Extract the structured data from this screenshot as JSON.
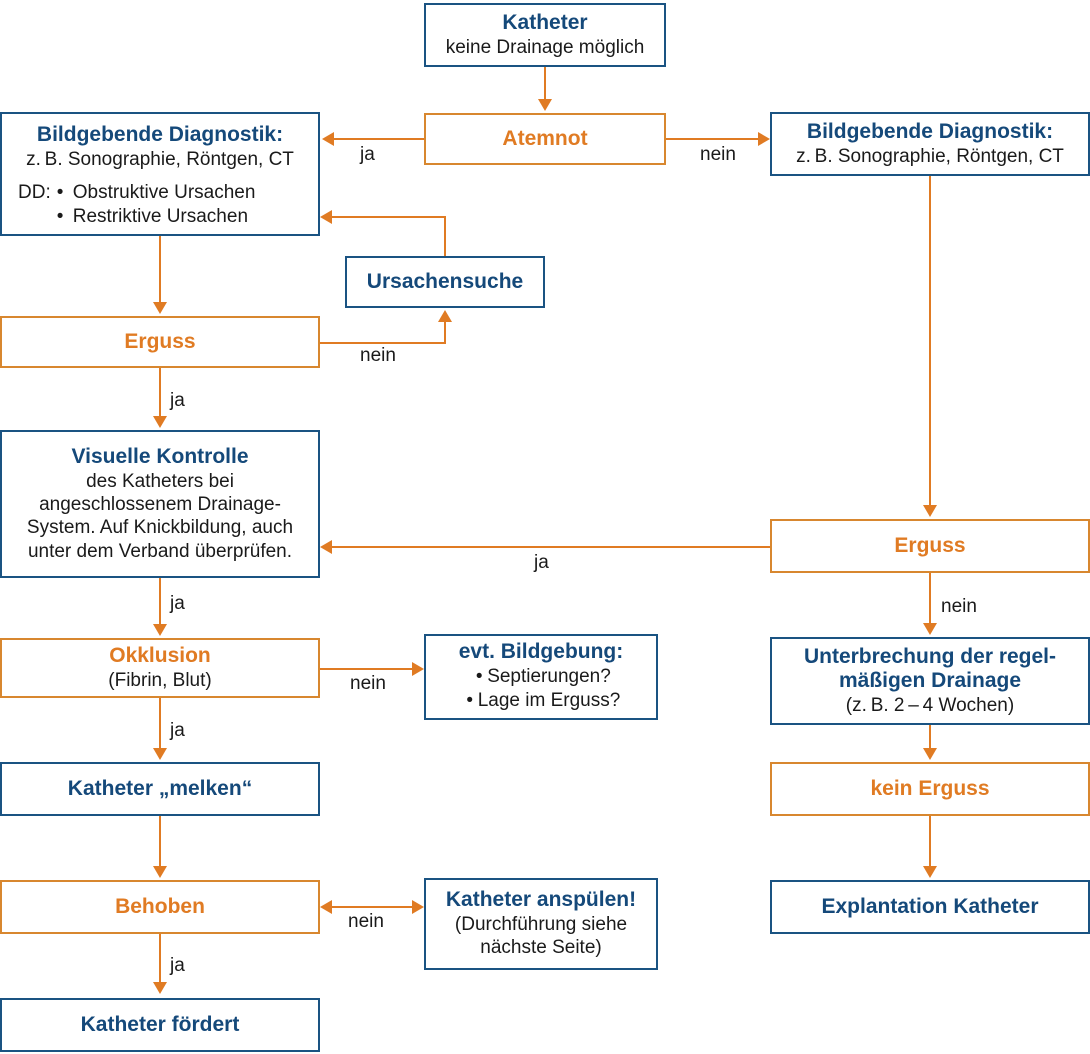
{
  "diagram": {
    "title": "Katheter - keine Drainage moeglich Flussdiagramm",
    "colors": {
      "blue_border": "#1A5382",
      "blue_text": "#15497A",
      "orange_border": "#D8872F",
      "orange_text": "#E07B23",
      "body_text": "#1a1a1a",
      "background": "#ffffff"
    }
  },
  "nodes": {
    "katheter_start": {
      "title": "Katheter",
      "sub": "keine Drainage möglich"
    },
    "atemnot": {
      "title": "Atemnot"
    },
    "bildgebende_links": {
      "title": "Bildgebende Diagnostik:",
      "sub": "z. B. Sonographie, Röntgen, CT",
      "dd_label": "DD:",
      "bullets": [
        "Obstruktive Ursachen",
        "Restriktive Ursachen"
      ]
    },
    "bildgebende_rechts": {
      "title": "Bildgebende Diagnostik:",
      "sub": "z. B. Sonographie, Röntgen, CT"
    },
    "ursachensuche": {
      "title": "Ursachensuche"
    },
    "erguss_links": {
      "title": "Erguss"
    },
    "visuelle_kontrolle": {
      "title": "Visuelle Kontrolle",
      "sub": "des Katheters bei angeschlossenem Drainage-System. Auf Knickbildung, auch unter dem Verband überprüfen."
    },
    "okklusion": {
      "title": "Okklusion",
      "sub": "(Fibrin, Blut)"
    },
    "evt_bildgebung": {
      "title": "evt. Bildgebung:",
      "bullets": [
        "Septierungen?",
        "Lage im Erguss?"
      ]
    },
    "katheter_melken": {
      "title": "Katheter „melken“"
    },
    "behoben": {
      "title": "Behoben"
    },
    "katheter_anspuelen": {
      "title": "Katheter anspülen!",
      "sub": "(Durchführung siehe nächste Seite)"
    },
    "katheter_foerdert": {
      "title": "Katheter fördert"
    },
    "erguss_rechts": {
      "title": "Erguss"
    },
    "unterbrechung": {
      "title": "Unterbrechung der regel-mäßigen Drainage",
      "title_line1": "Unterbrechung der regel-",
      "title_line2": "mäßigen Drainage",
      "sub": "(z. B. 2 – 4 Wochen)"
    },
    "kein_erguss": {
      "title": "kein Erguss"
    },
    "explantation": {
      "title": "Explantation Katheter"
    }
  },
  "edge_labels": {
    "atemnot_ja": "ja",
    "atemnot_nein": "nein",
    "erguss_links_ja": "ja",
    "erguss_links_nein": "nein",
    "visuelle_ja": "ja",
    "erguss_rechts_ja": "ja",
    "erguss_rechts_nein": "nein",
    "okklusion_ja": "ja",
    "okklusion_nein": "nein",
    "behoben_ja": "ja",
    "behoben_nein": "nein"
  }
}
